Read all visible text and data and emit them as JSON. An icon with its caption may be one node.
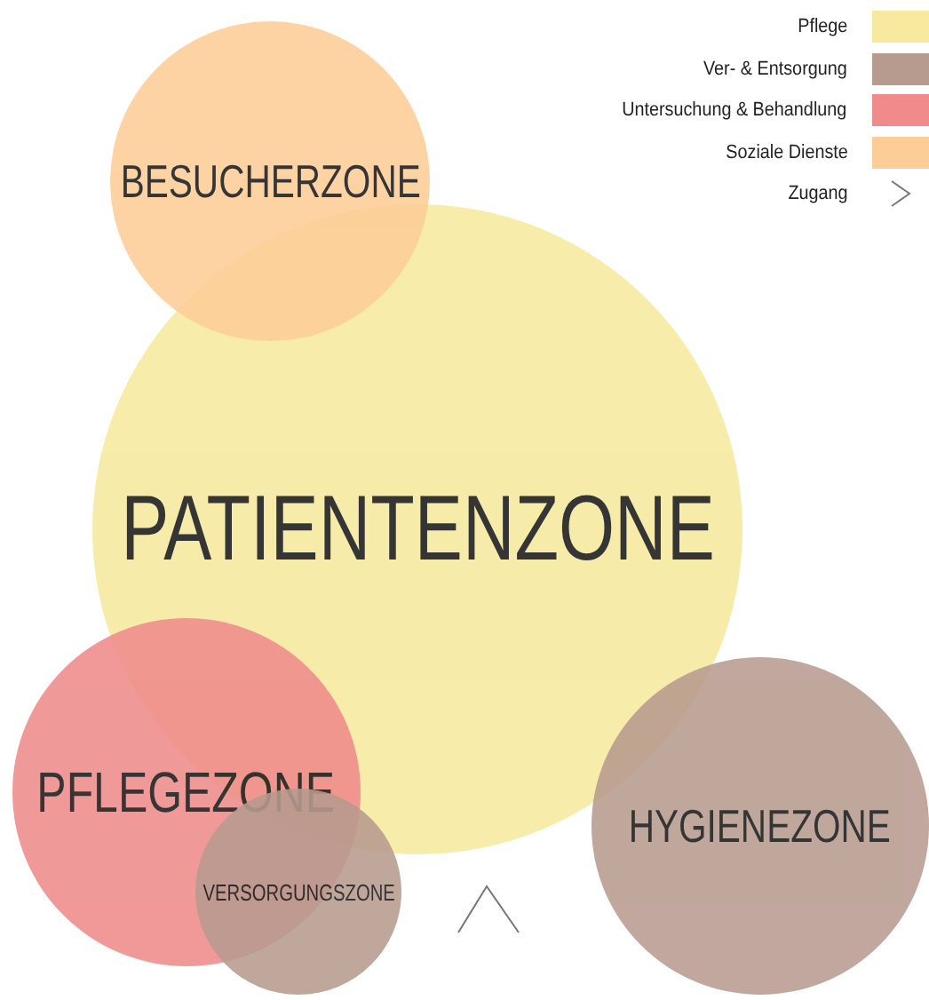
{
  "diagram": {
    "nodes": [
      {
        "text": [
          "BESUCHERZONE"
        ]
      },
      {
        "text": [
          "PATIENTENZONE"
        ]
      },
      {
        "text": [
          "PFLEGEZONE"
        ]
      },
      {
        "text": [
          "VERSORGUNGSZONE"
        ]
      },
      {
        "text": [
          "HYGIENEZONE"
        ]
      }
    ],
    "legend": [
      {
        "text": "Pflege",
        "color": "#f7e99e"
      },
      {
        "text": "Ver- & Entsorgung",
        "color": "#b89b8f"
      },
      {
        "text": "Untersuchung & Behandlung",
        "color": "#ef8b8b"
      },
      {
        "text": "Soziale Dienste",
        "color": "#fdcd97"
      },
      {
        "text": "Zugang"
      }
    ]
  }
}
